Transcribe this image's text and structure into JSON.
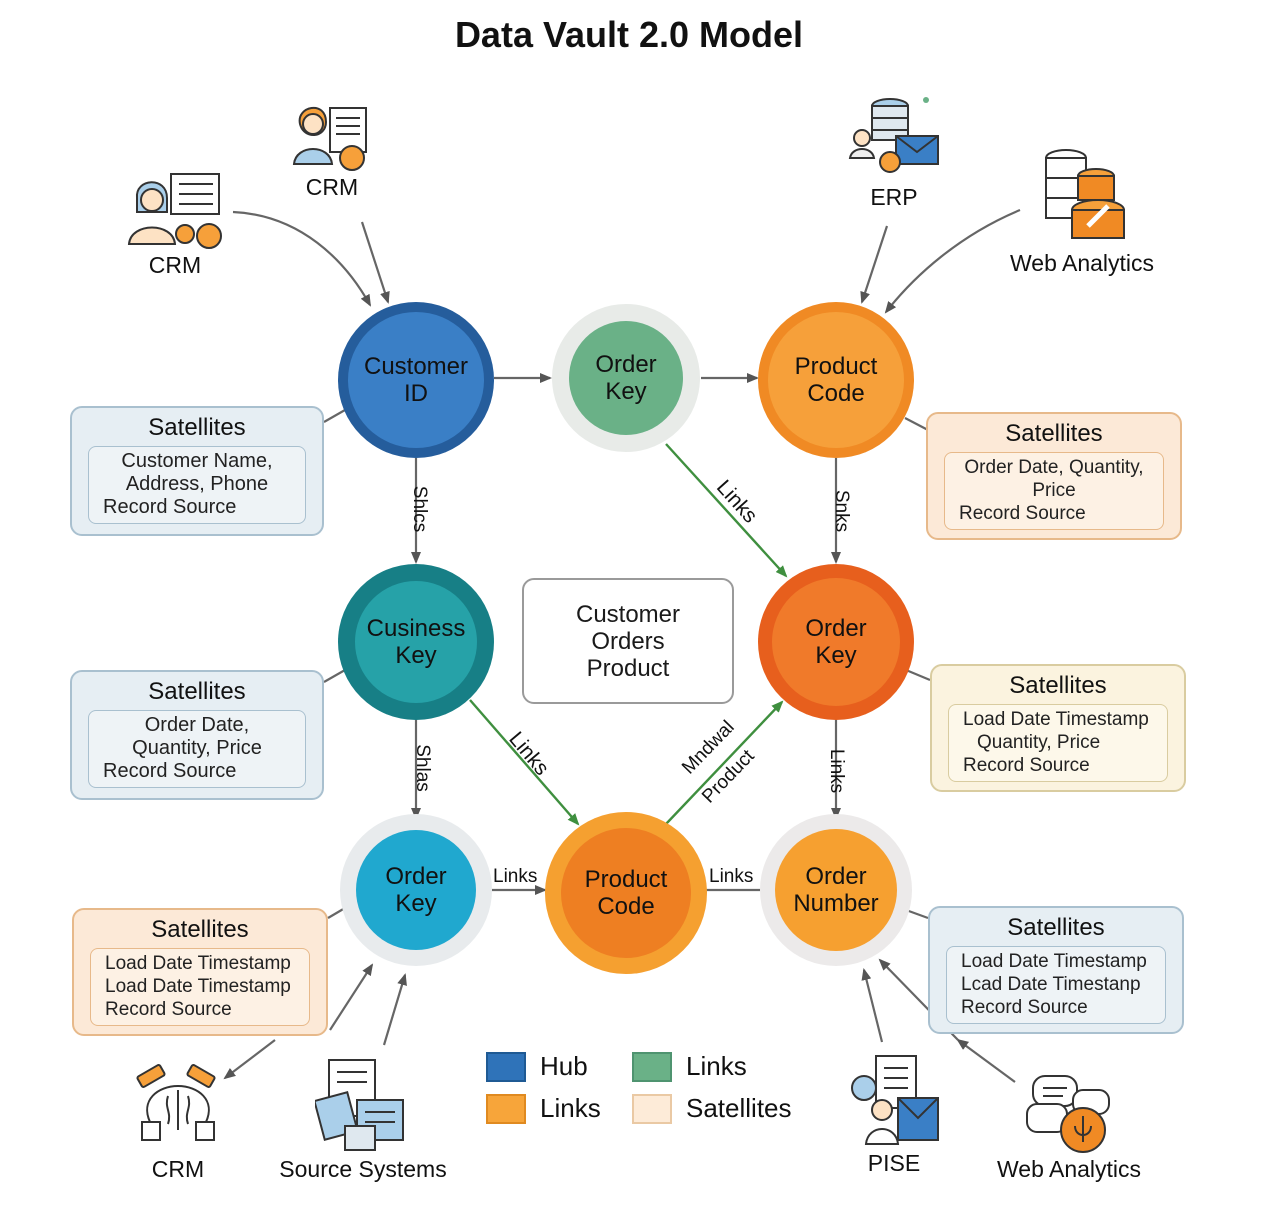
{
  "title": "Data Vault 2.0 Model",
  "colors": {
    "hub_blue": "#2f6db3",
    "hub_blue_inner": "#3f86cc",
    "teal": "#1a8d94",
    "teal_inner": "#2aa6ad",
    "cyan": "#1ba0c6",
    "green": "#6ab187",
    "orange": "#f08a24",
    "orange_inner": "#f6a03a",
    "dark_orange": "#e8641f",
    "satellite_fill": "#fce9d7",
    "satellite_blue_fill": "#e6eef3",
    "satellite_yellow_fill": "#fbf3df",
    "arrow_gray": "#666666",
    "arrow_green": "#3f8f3f"
  },
  "hubs": {
    "customer_id": "Customer\nID",
    "order_key_top": "Order\nKey",
    "product_code_top": "Product\nCode",
    "cusiness_key": "Cusiness\nKey",
    "order_key_mid": "Order\nKey",
    "order_key_bottom": "Order\nKey",
    "product_code_bottom": "Product\nCode",
    "order_number": "Order\nNumber"
  },
  "center_box": "Customer\nOrders\nProduct",
  "satellites": {
    "top_left": {
      "title": "Satellites",
      "line1": "Customer Name,",
      "line2": "Address, Phone",
      "line3": "Record Source"
    },
    "top_right": {
      "title": "Satellites",
      "line1": "Order Date, Quantity,",
      "line2": "Price",
      "line3": "Record Source"
    },
    "mid_left": {
      "title": "Satellites",
      "line1": "Order Date,",
      "line2": "Quantity, Price",
      "line3": "Record Source"
    },
    "mid_right": {
      "title": "Satellites",
      "line1": "Load Date Timestamp",
      "line2": "Quantity, Price",
      "line3": "Record Source"
    },
    "bottom_left": {
      "title": "Satellites",
      "line1": "Load Date Timestamp",
      "line2": "Load Date Timestamp",
      "line3": "Record Source"
    },
    "bottom_right": {
      "title": "Satellites",
      "line1": "Load Date Timestamp",
      "line2": "Lcad Date Timestanp",
      "line3": "Record Source"
    }
  },
  "sources": {
    "crm_top": "CRM",
    "crm_left": "CRM",
    "erp": "ERP",
    "web_analytics_top": "Web Analytics",
    "crm_bottom": "CRM",
    "source_systems": "Source Systems",
    "pise": "PISE",
    "web_analytics_bottom": "Web Analytics"
  },
  "link_labels": {
    "left_upper": "Shlcs",
    "right_upper": "Snks",
    "diag_top": "Links",
    "left_lower": "Shlas",
    "diag_mid": "Links",
    "diag_right_1": "Mndwal",
    "diag_right_2": "Product",
    "right_lower": "Links",
    "bottom_left": "Links",
    "bottom_right": "Links"
  },
  "legend": [
    {
      "label": "Hub",
      "color": "#2f73b9",
      "border": "#1f5a94"
    },
    {
      "label": "Links",
      "color": "#6ab187",
      "border": "#4f9470"
    },
    {
      "label": "Links",
      "color": "#f7a53a",
      "border": "#e08a20"
    },
    {
      "label": "Satellites",
      "color": "#fdebd8",
      "border": "#eac9a4"
    }
  ]
}
